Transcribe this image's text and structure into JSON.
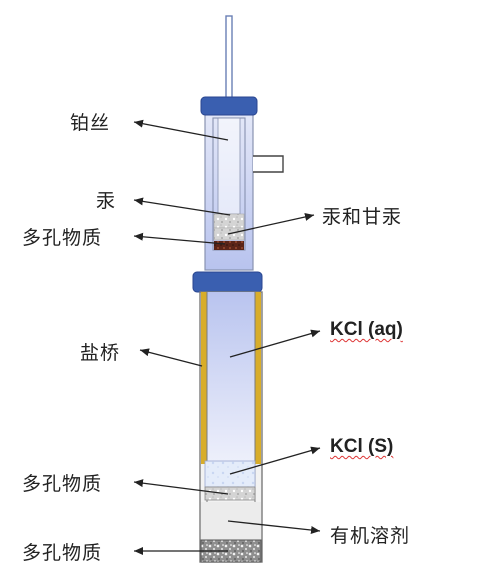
{
  "labels": {
    "platinum_wire": "铂丝",
    "mercury": "汞",
    "porous_top": "多孔物质",
    "calomel": "汞和甘汞",
    "salt_bridge": "盐桥",
    "kcl_aq": "KCl (aq)",
    "kcl_s": "KCl (S)",
    "porous_mid": "多孔物质",
    "organic_solvent": "有机溶剂",
    "porous_bottom": "多孔物质"
  },
  "colors": {
    "cap": "#3a5fb0",
    "liquid_top": "#c3ccf0",
    "liquid_bottom": "#e9ecfa",
    "tube_outline": "#7a7a7a",
    "gold_wall": "#d8ad2a",
    "porous": "#9c9c9c",
    "porous_dark": "#6b3020"
  }
}
